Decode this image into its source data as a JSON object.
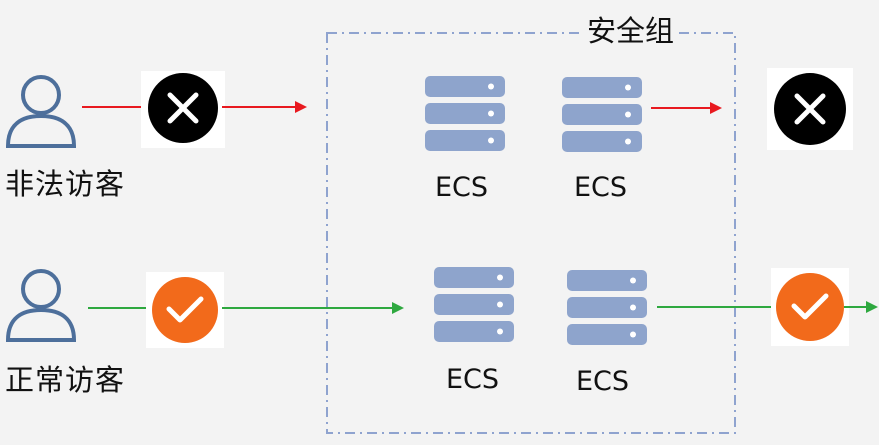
{
  "security_group": {
    "title": "安全组"
  },
  "visitors": {
    "illegal": {
      "label": "非法访客",
      "status_icon": "cross-icon",
      "line_color": "#e8191f"
    },
    "normal": {
      "label": "正常访客",
      "status_icon": "check-icon",
      "line_color": "#2ea83f"
    }
  },
  "servers": [
    {
      "label": "ECS"
    },
    {
      "label": "ECS"
    },
    {
      "label": "ECS"
    },
    {
      "label": "ECS"
    }
  ],
  "colors": {
    "person_outline": "#4d6f9b",
    "server_fill": "#8ea4cc",
    "group_border": "#8fa3cf",
    "deny_fill": "#000000",
    "allow_fill": "#f26a1b"
  }
}
